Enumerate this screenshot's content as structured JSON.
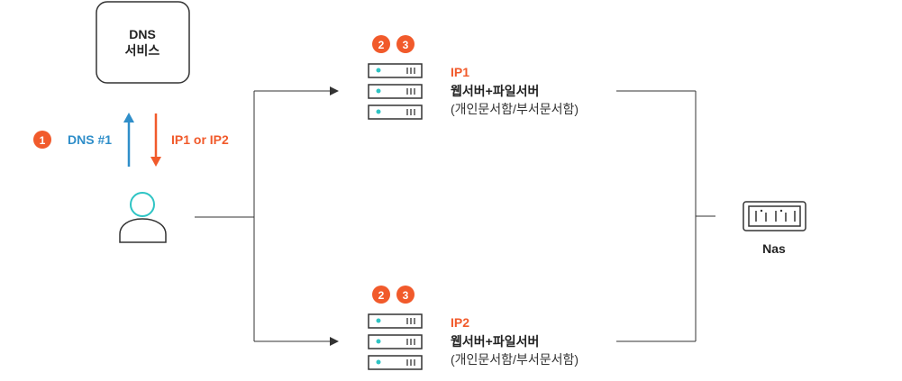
{
  "dns_box": {
    "title": "DNS",
    "subtitle": "서비스"
  },
  "step_badges": {
    "step1": "1",
    "step2": "2",
    "step3": "3"
  },
  "client_arrows": {
    "query_label": "DNS #1",
    "answer_label": "IP1 or IP2"
  },
  "servers": [
    {
      "ip": "IP1",
      "role": "웹서버+파일서버",
      "desc": "(개인문서함/부서문서함)"
    },
    {
      "ip": "IP2",
      "role": "웹서버+파일서버",
      "desc": "(개인문서함/부서문서함)"
    }
  ],
  "storage": {
    "label": "Nas"
  },
  "colors": {
    "accent_orange": "#f15a2b",
    "accent_blue": "#2f8ec9",
    "user_teal": "#2ec4c4",
    "line": "#333333"
  },
  "icons": {
    "user": "user-icon",
    "server": "server-rack-icon",
    "nas": "nas-icon",
    "arrow_up": "arrow-up-icon",
    "arrow_down": "arrow-down-icon"
  }
}
